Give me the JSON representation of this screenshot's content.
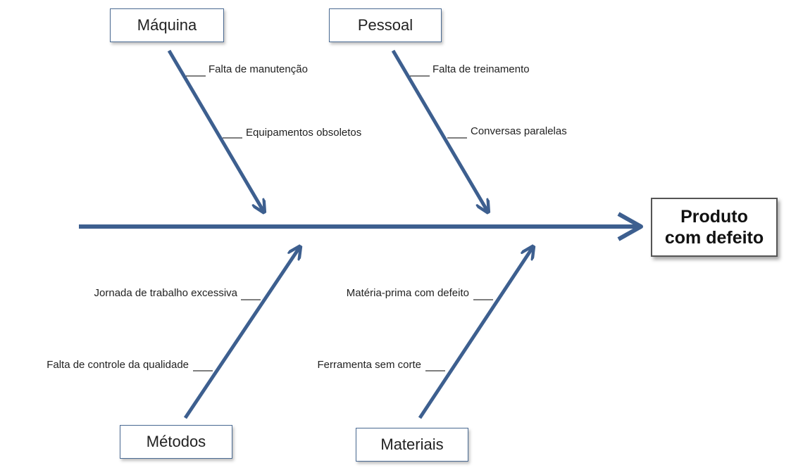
{
  "effect": "Produto\ncom defeito",
  "categories": {
    "maquina": "Máquina",
    "pessoal": "Pessoal",
    "metodos": "Métodos",
    "materiais": "Materiais"
  },
  "causes": {
    "maquina": [
      "Falta de manutenção",
      "Equipamentos obsoletos"
    ],
    "pessoal": [
      "Falta de treinamento",
      "Conversas paralelas"
    ],
    "metodos": [
      "Jornada de trabalho excessiva",
      "Falta de controle da qualidade"
    ],
    "materiais": [
      "Matéria-prima com defeito",
      "Ferramenta sem corte"
    ]
  },
  "colors": {
    "arrow": "#3d5f8f",
    "box_border": "#4a6a92"
  }
}
